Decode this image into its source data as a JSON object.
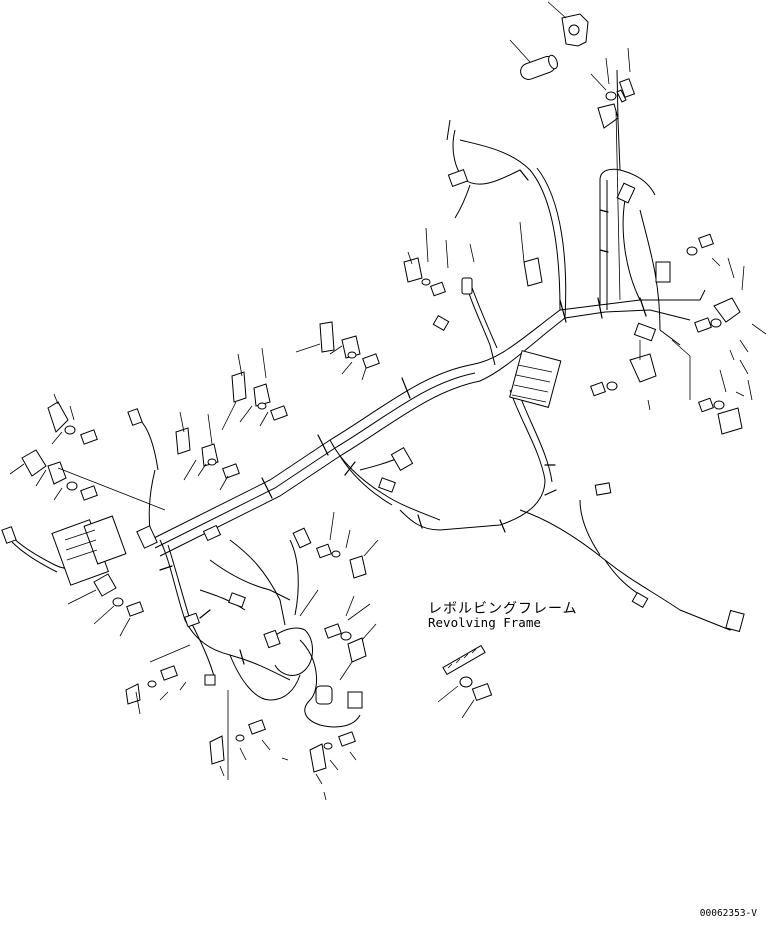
{
  "caption": {
    "japanese": "レボルビングフレーム",
    "english": "Revolving Frame"
  },
  "drawing_number": "00062353-V"
}
